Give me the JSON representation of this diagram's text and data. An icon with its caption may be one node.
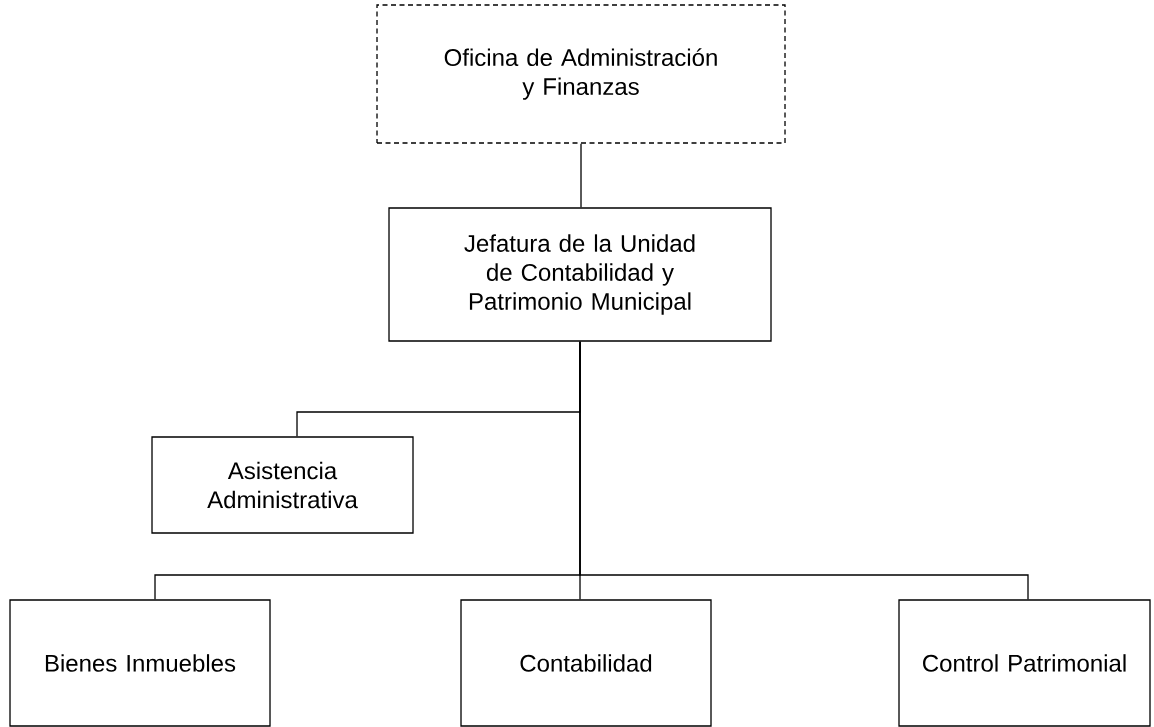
{
  "diagram": {
    "nodes": [
      {
        "text": [
          "Oficina de Administración y Finanzas"
        ]
      },
      {
        "text": [
          "Jefatura de la Unidad de Contabilidad y Patrimonio Municipal"
        ]
      },
      {
        "text": [
          "Asistencia Administrativa"
        ]
      },
      {
        "text": [
          "Bienes Inmuebles"
        ]
      },
      {
        "text": [
          "Contabilidad"
        ]
      },
      {
        "text": [
          "Control Patrimonial"
        ]
      }
    ],
    "edges": [
      {
        "from": 0,
        "to": 1,
        "arrow": "none"
      },
      {
        "from": 1,
        "to": 2,
        "arrow": "none"
      },
      {
        "from": 1,
        "to": 3,
        "arrow": "none"
      },
      {
        "from": 1,
        "to": 4,
        "arrow": "none"
      },
      {
        "from": 1,
        "to": 5,
        "arrow": "none"
      }
    ]
  }
}
